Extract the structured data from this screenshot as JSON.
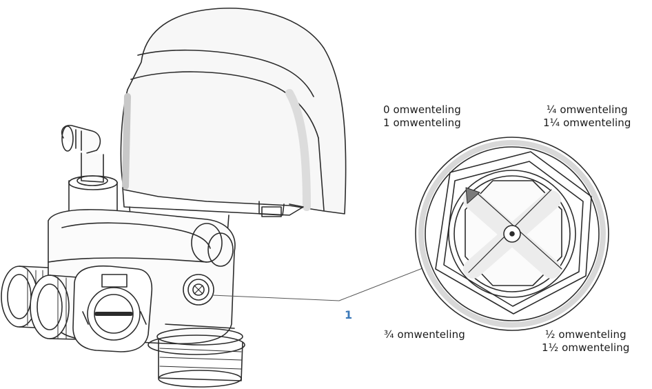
{
  "callout": {
    "number": "1"
  },
  "positions": {
    "top_left": [
      "0 omwenteling",
      "1 omwenteling"
    ],
    "top_right": [
      "¼ omwenteling",
      "1¼ omwenteling"
    ],
    "bottom_left": [
      "¾ omwenteling"
    ],
    "bottom_right": [
      "½ omwenteling",
      "1½ omwenteling"
    ]
  },
  "colors": {
    "line": "#2b2b2b",
    "shade": "#e9e9e9",
    "accent": "#3a78b8"
  }
}
